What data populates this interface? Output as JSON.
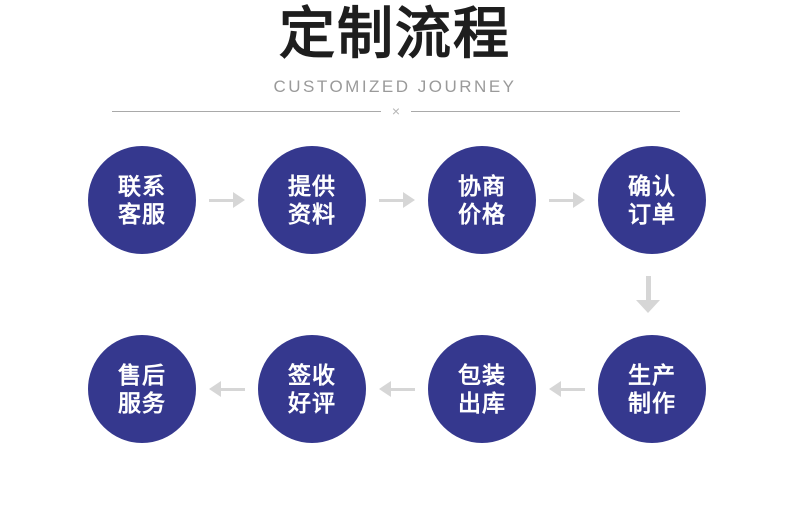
{
  "header": {
    "title": "定制流程",
    "subtitle": "CUSTOMIZED JOURNEY",
    "divider_mark": "×"
  },
  "colors": {
    "circle_fill": "#35388e",
    "circle_text": "#ffffff",
    "arrow": "#d6d6d6",
    "title_text": "#1e1e1e",
    "subtitle_text": "#9a9a9a",
    "divider_line": "#a9a9a9",
    "divider_mark": "#b5b5b5"
  },
  "flow": {
    "row1": {
      "direction": "right",
      "steps": [
        {
          "line1": "联系",
          "line2": "客服"
        },
        {
          "line1": "提供",
          "line2": "资料"
        },
        {
          "line1": "协商",
          "line2": "价格"
        },
        {
          "line1": "确认",
          "line2": "订单"
        }
      ]
    },
    "row2": {
      "direction": "left",
      "steps": [
        {
          "line1": "售后",
          "line2": "服务"
        },
        {
          "line1": "签收",
          "line2": "好评"
        },
        {
          "line1": "包装",
          "line2": "出库"
        },
        {
          "line1": "生产",
          "line2": "制作"
        }
      ]
    }
  }
}
